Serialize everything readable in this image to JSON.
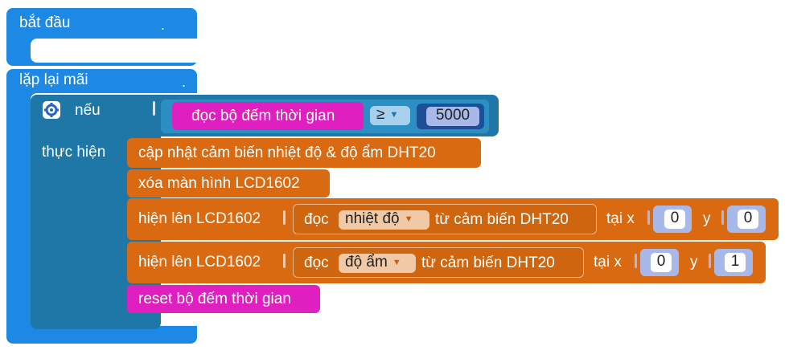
{
  "blocks": {
    "start_label": "bắt đầu",
    "forever_label": "lặp lại mãi",
    "if_label": "nếu",
    "do_label": "thực hiện",
    "timer_read_label": "đọc bộ đếm thời gian",
    "compare_operator": "≥",
    "threshold_value": "5000",
    "update_sensor_label": "cập nhật cảm biến nhiệt độ & độ ẩm DHT20",
    "clear_lcd_label": "xóa màn hình LCD1602",
    "show_lcd_label": "hiện lên LCD1602",
    "read_label": "đọc",
    "from_sensor_label": "từ cảm biến DHT20",
    "at_x_label": "tại x",
    "y_label": "y",
    "show1": {
      "measure": "nhiệt độ",
      "x": "0",
      "y": "0"
    },
    "show2": {
      "measure": "độ ẩm",
      "x": "0",
      "y": "1"
    },
    "reset_timer_label": "reset bộ đếm thời gian",
    "dot": "."
  },
  "colors": {
    "events_blue": "#1e88e5",
    "control_teal": "#1f77a8",
    "sensor_orange": "#d96a11",
    "timer_magenta": "#e01fc1"
  },
  "icons": {
    "if_gear": "gear-icon",
    "dropdown_arrow": "chevron-down-icon"
  }
}
